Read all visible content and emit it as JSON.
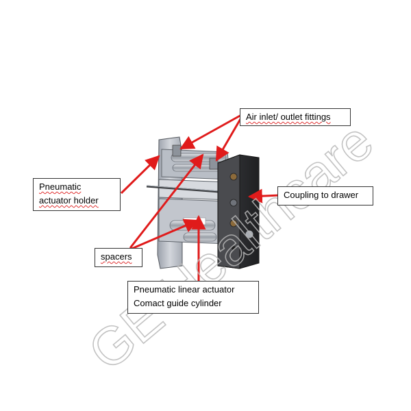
{
  "callouts": {
    "air_fittings": "Air inlet/ outlet fittings",
    "holder": {
      "line1": "Pneumatic",
      "line2": "actuator holder"
    },
    "coupling": "Coupling to drawer",
    "spacers": "spacers",
    "actuator": {
      "line1": "Pneumatic linear actuator",
      "line2": "Comact guide cylinder"
    }
  },
  "watermark": "GE Healthcare",
  "colors": {
    "arrow": "#e01b1b",
    "watermark": "#b8b8b8",
    "metal_light": "#c4c8d0",
    "metal_dark": "#2f3033"
  }
}
